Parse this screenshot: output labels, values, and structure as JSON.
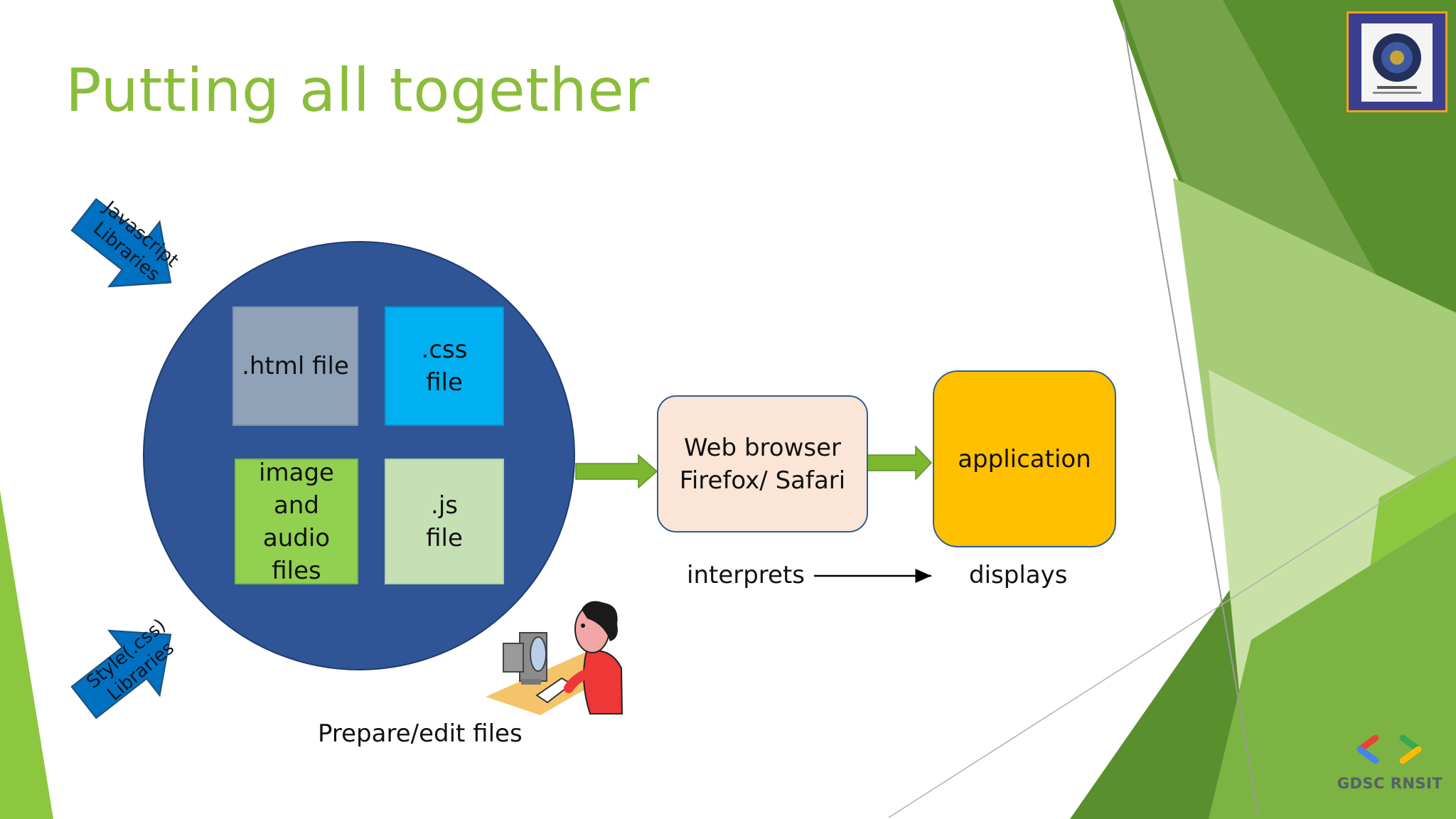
{
  "slide": {
    "title": "Putting all together"
  },
  "inputs": {
    "js_libraries": "Javascript\nLibraries",
    "css_libraries": "Style(.css)\nLibraries"
  },
  "files": {
    "html": ".html file",
    "css": ".css\nfile",
    "media": "image\nand\naudio\nfiles",
    "js": ".js\nfile"
  },
  "browser": {
    "label": "Web browser\nFirefox/ Safari"
  },
  "output": {
    "label": "application"
  },
  "captions": {
    "prepare": "Prepare/edit files",
    "interprets": "interprets",
    "displays": "displays"
  },
  "branding": {
    "footer": "GDSC RNSIT"
  },
  "colors": {
    "title": "#8bbd3c",
    "circle": "#2f5597",
    "html_box": "#8fa2b8",
    "css_box": "#00b0f0",
    "media_box": "#92d050",
    "js_box": "#c5e0b4",
    "browser_box": "#fae5d6",
    "app_box": "#ffc000",
    "blue_arrow": "#0070c0",
    "green_arrow": "#7bb82f"
  }
}
